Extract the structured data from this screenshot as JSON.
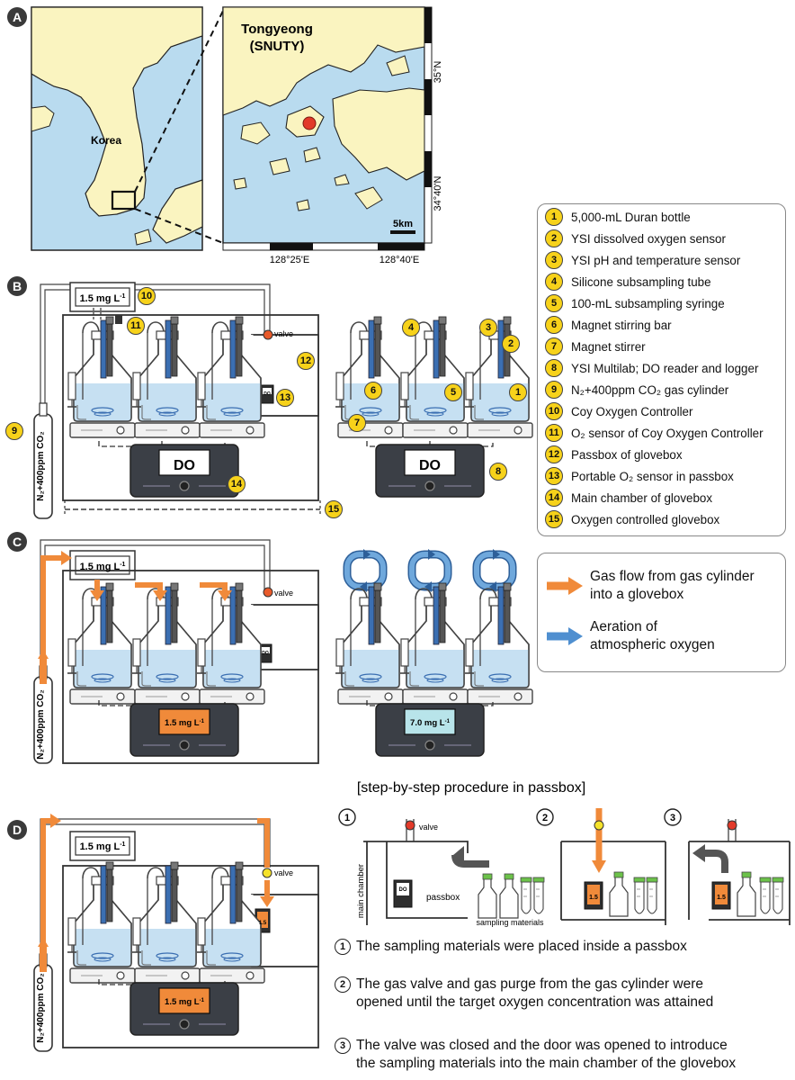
{
  "panel_labels": {
    "a": "A",
    "b": "B",
    "c": "C",
    "d": "D"
  },
  "map": {
    "country_label": "Korea",
    "site_label_line1": "Tongyeong",
    "site_label_line2": "(SNUTY)",
    "lat_35": "35°N",
    "lat_3440": "34°40'N",
    "lon_12825": "128°25'E",
    "lon_12840": "128°40'E",
    "scale": "5km",
    "colors": {
      "land": "#faf4c0",
      "sea": "#b9dbef",
      "site": "#e23a2a"
    }
  },
  "legend": [
    {
      "num": "1",
      "label": "5,000-mL Duran bottle"
    },
    {
      "num": "2",
      "label": "YSI dissolved oxygen sensor"
    },
    {
      "num": "3",
      "label": "YSI pH and temperature sensor"
    },
    {
      "num": "4",
      "label": "Silicone subsampling tube"
    },
    {
      "num": "5",
      "label": "100-mL subsampling syringe"
    },
    {
      "num": "6",
      "label": "Magnet stirring bar"
    },
    {
      "num": "7",
      "label": "Magnet stirrer"
    },
    {
      "num": "8",
      "label": "YSI Multilab; DO reader and logger"
    },
    {
      "num": "9",
      "label": "N₂+400ppm CO₂ gas cylinder"
    },
    {
      "num": "10",
      "label": "Coy Oxygen Controller"
    },
    {
      "num": "11",
      "label": "O₂ sensor of Coy Oxygen Controller"
    },
    {
      "num": "12",
      "label": "Passbox of glovebox"
    },
    {
      "num": "13",
      "label": "Portable O₂ sensor in passbox"
    },
    {
      "num": "14",
      "label": "Main chamber of glovebox"
    },
    {
      "num": "15",
      "label": "Oxygen controlled glovebox"
    }
  ],
  "flow_legend": {
    "gas_flow": "Gas flow from gas cylinder\ninto a glovebox",
    "aeration": "Aeration of\natmospheric oxygen",
    "colors": {
      "gas": "#f08a3a",
      "air": "#4f8fd0"
    }
  },
  "apparatus": {
    "controller_value": "1.5 mg L",
    "controller_exp": "-1",
    "cylinder_label": "N₂+400ppm CO₂",
    "valve_label": "valve",
    "do_label": "DO",
    "reader_c_inside": "1.5 mg L",
    "reader_c_outside": "7.0 mg L",
    "passbox_sensor_d": "1.5"
  },
  "procedure": {
    "title": "[step-by-step procedure in passbox]",
    "main_chamber_label": "main chamber",
    "passbox_label": "passbox",
    "materials_label": "sampling materials",
    "sensor_value": "1.5",
    "steps": [
      {
        "num": "1",
        "text": "The sampling materials were placed inside a passbox"
      },
      {
        "num": "2",
        "text": "The gas valve and gas purge from the gas cylinder were\nopened until the target oxygen concentration was attained"
      },
      {
        "num": "3",
        "text": "The valve was closed and the door was opened to introduce\nthe sampling materials into the main chamber of the glovebox"
      }
    ]
  }
}
